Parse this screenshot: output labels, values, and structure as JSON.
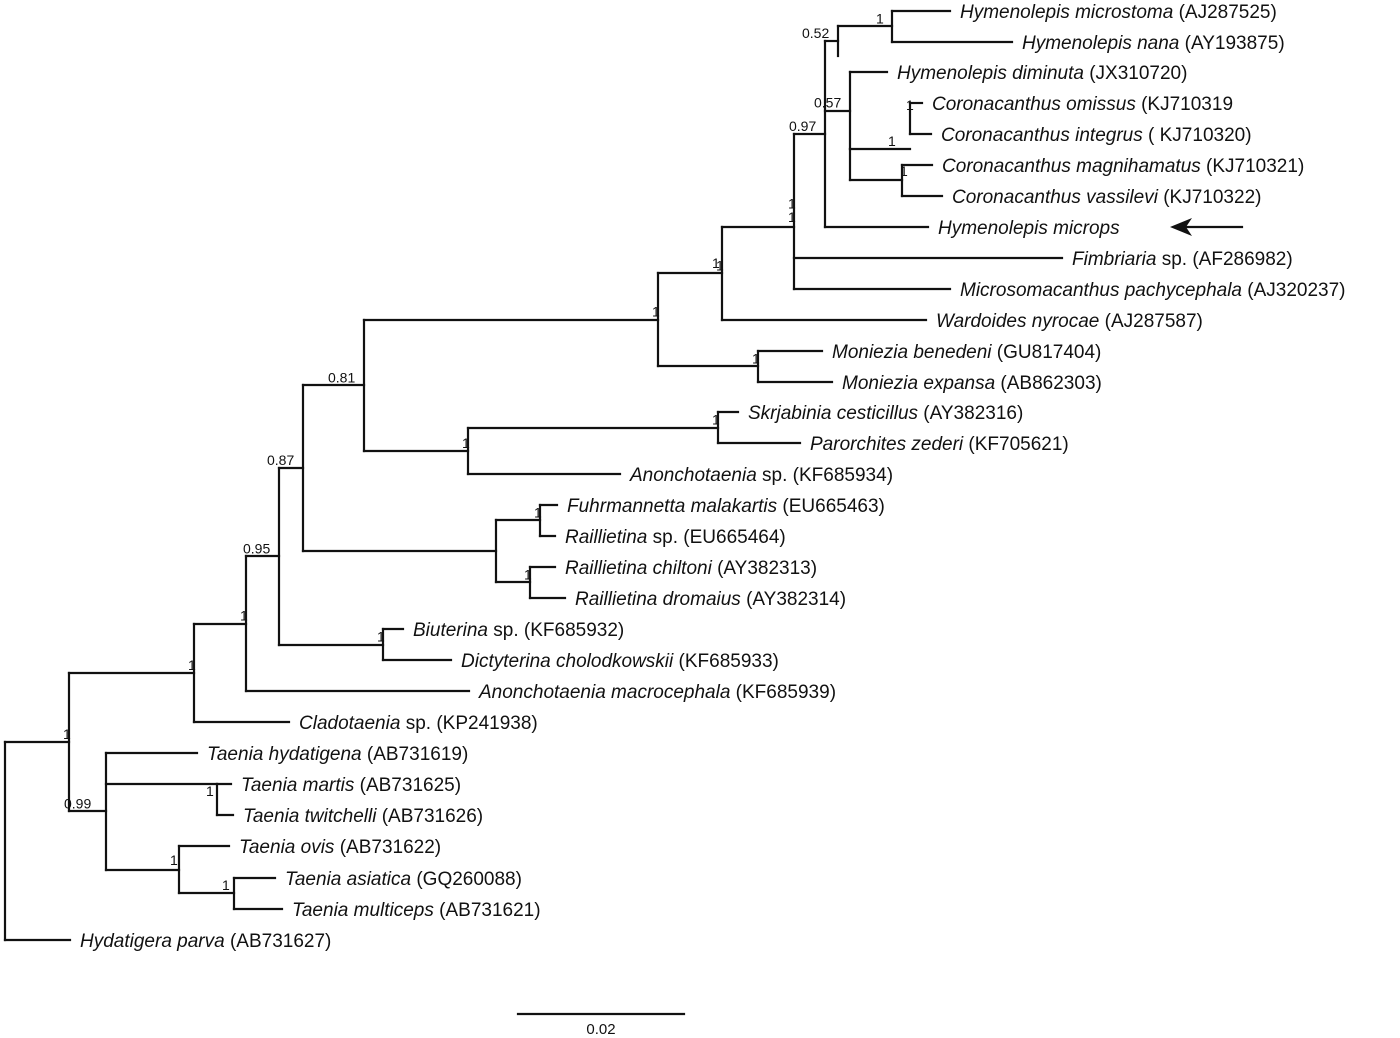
{
  "tree": {
    "taxa": [
      {
        "id": "hmic",
        "name": "Hymenolepis microstoma",
        "suffix": " (AJ287525)"
      },
      {
        "id": "hnan",
        "name": "Hymenolepis nana",
        "suffix": " (AY193875)"
      },
      {
        "id": "hdim",
        "name": "Hymenolepis diminuta",
        "suffix": " (JX310720)"
      },
      {
        "id": "comi",
        "name": "Coronacanthus omissus",
        "suffix": " (KJ710319"
      },
      {
        "id": "cint",
        "name": "Coronacanthus integrus",
        "suffix": " ( KJ710320)"
      },
      {
        "id": "cmag",
        "name": "Coronacanthus magnihamatus",
        "suffix": " (KJ710321)"
      },
      {
        "id": "cvas",
        "name": "Coronacanthus vassilevi",
        "suffix": " (KJ710322)"
      },
      {
        "id": "hmicrops",
        "name": "Hymenolepis microps",
        "suffix": "",
        "highlighted": true
      },
      {
        "id": "fimb",
        "name": "Fimbriaria",
        "suffix": " sp.  (AF286982)"
      },
      {
        "id": "mpac",
        "name": "Microsomacanthus pachycephala",
        "suffix": " (AJ320237)"
      },
      {
        "id": "wnyr",
        "name": "Wardoides nyrocae",
        "suffix": " (AJ287587)"
      },
      {
        "id": "mben",
        "name": "Moniezia benedeni",
        "suffix": " (GU817404)"
      },
      {
        "id": "mexp",
        "name": "Moniezia expansa",
        "suffix": " (AB862303)"
      },
      {
        "id": "sces",
        "name": "Skrjabinia cesticillus",
        "suffix": " (AY382316)"
      },
      {
        "id": "pzed",
        "name": "Parorchites zederi",
        "suffix": " (KF705621)"
      },
      {
        "id": "anon1",
        "name": "Anonchotaenia",
        "suffix": " sp. (KF685934)"
      },
      {
        "id": "fmal",
        "name": "Fuhrmannetta malakartis",
        "suffix": " (EU665463)"
      },
      {
        "id": "rsp",
        "name": "Raillietina",
        "suffix": " sp. (EU665464)"
      },
      {
        "id": "rchi",
        "name": "Raillietina chiltoni",
        "suffix": " (AY382313)"
      },
      {
        "id": "rdro",
        "name": "Raillietina dromaius",
        "suffix": " (AY382314)"
      },
      {
        "id": "bsp",
        "name": "Biuterina",
        "suffix": " sp. (KF685932)"
      },
      {
        "id": "dcho",
        "name": "Dictyterina cholodkowskii",
        "suffix": " (KF685933)"
      },
      {
        "id": "amac",
        "name": "Anonchotaenia macrocephala",
        "suffix": " (KF685939)"
      },
      {
        "id": "csp",
        "name": "Cladotaenia",
        "suffix": " sp. (KP241938)"
      },
      {
        "id": "thyd",
        "name": "Taenia hydatigena",
        "suffix": " (AB731619)"
      },
      {
        "id": "tmar",
        "name": "Taenia martis",
        "suffix": " (AB731625)"
      },
      {
        "id": "ttwi",
        "name": "Taenia twitchelli",
        "suffix": " (AB731626)"
      },
      {
        "id": "tovi",
        "name": "Taenia ovis",
        "suffix": " (AB731622)"
      },
      {
        "id": "tasi",
        "name": "Taenia asiatica",
        "suffix": " (GQ260088)"
      },
      {
        "id": "tmul",
        "name": "Taenia multiceps",
        "suffix": " (AB731621)"
      },
      {
        "id": "hpar",
        "name": "Hydatigera parva",
        "suffix": " (AB731627)"
      }
    ],
    "support_values": [
      "1",
      "0.52",
      "0.57",
      "1",
      "1",
      "1",
      "0.97",
      "1",
      "1",
      "1",
      "1",
      "1",
      "1",
      "0.81",
      "1",
      "1",
      "1",
      "1",
      "0.87",
      "1",
      "0.95",
      "1",
      "1",
      "1",
      "0.99",
      "1",
      "1",
      "1"
    ],
    "scale_bar": {
      "label": "0.02"
    }
  }
}
